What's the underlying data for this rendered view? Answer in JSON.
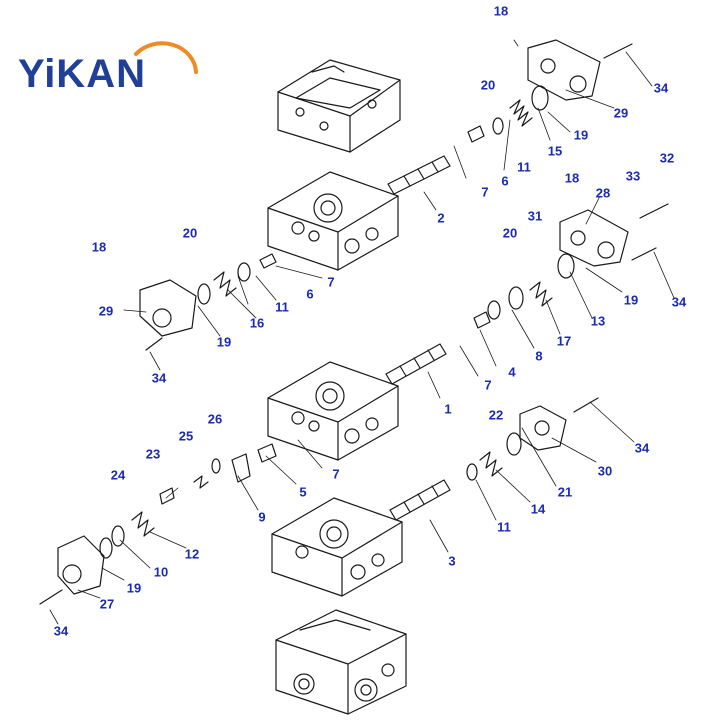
{
  "logo": {
    "text": "YiKAN",
    "text_color": "#1f3f99",
    "arc_color": "#f08a24"
  },
  "colors": {
    "callout": "#1a2bb0",
    "line": "#1a1a1a"
  },
  "callouts": [
    "1",
    "2",
    "3",
    "4",
    "5",
    "6",
    "6",
    "7",
    "7",
    "7",
    "7",
    "8",
    "9",
    "10",
    "11",
    "11",
    "11",
    "12",
    "13",
    "14",
    "15",
    "16",
    "17",
    "18",
    "18",
    "18",
    "19",
    "19",
    "19",
    "19",
    "20",
    "20",
    "20",
    "21",
    "22",
    "23",
    "24",
    "25",
    "26",
    "27",
    "28",
    "29",
    "29",
    "30",
    "31",
    "32",
    "33",
    "34",
    "34",
    "34",
    "34",
    "34"
  ]
}
